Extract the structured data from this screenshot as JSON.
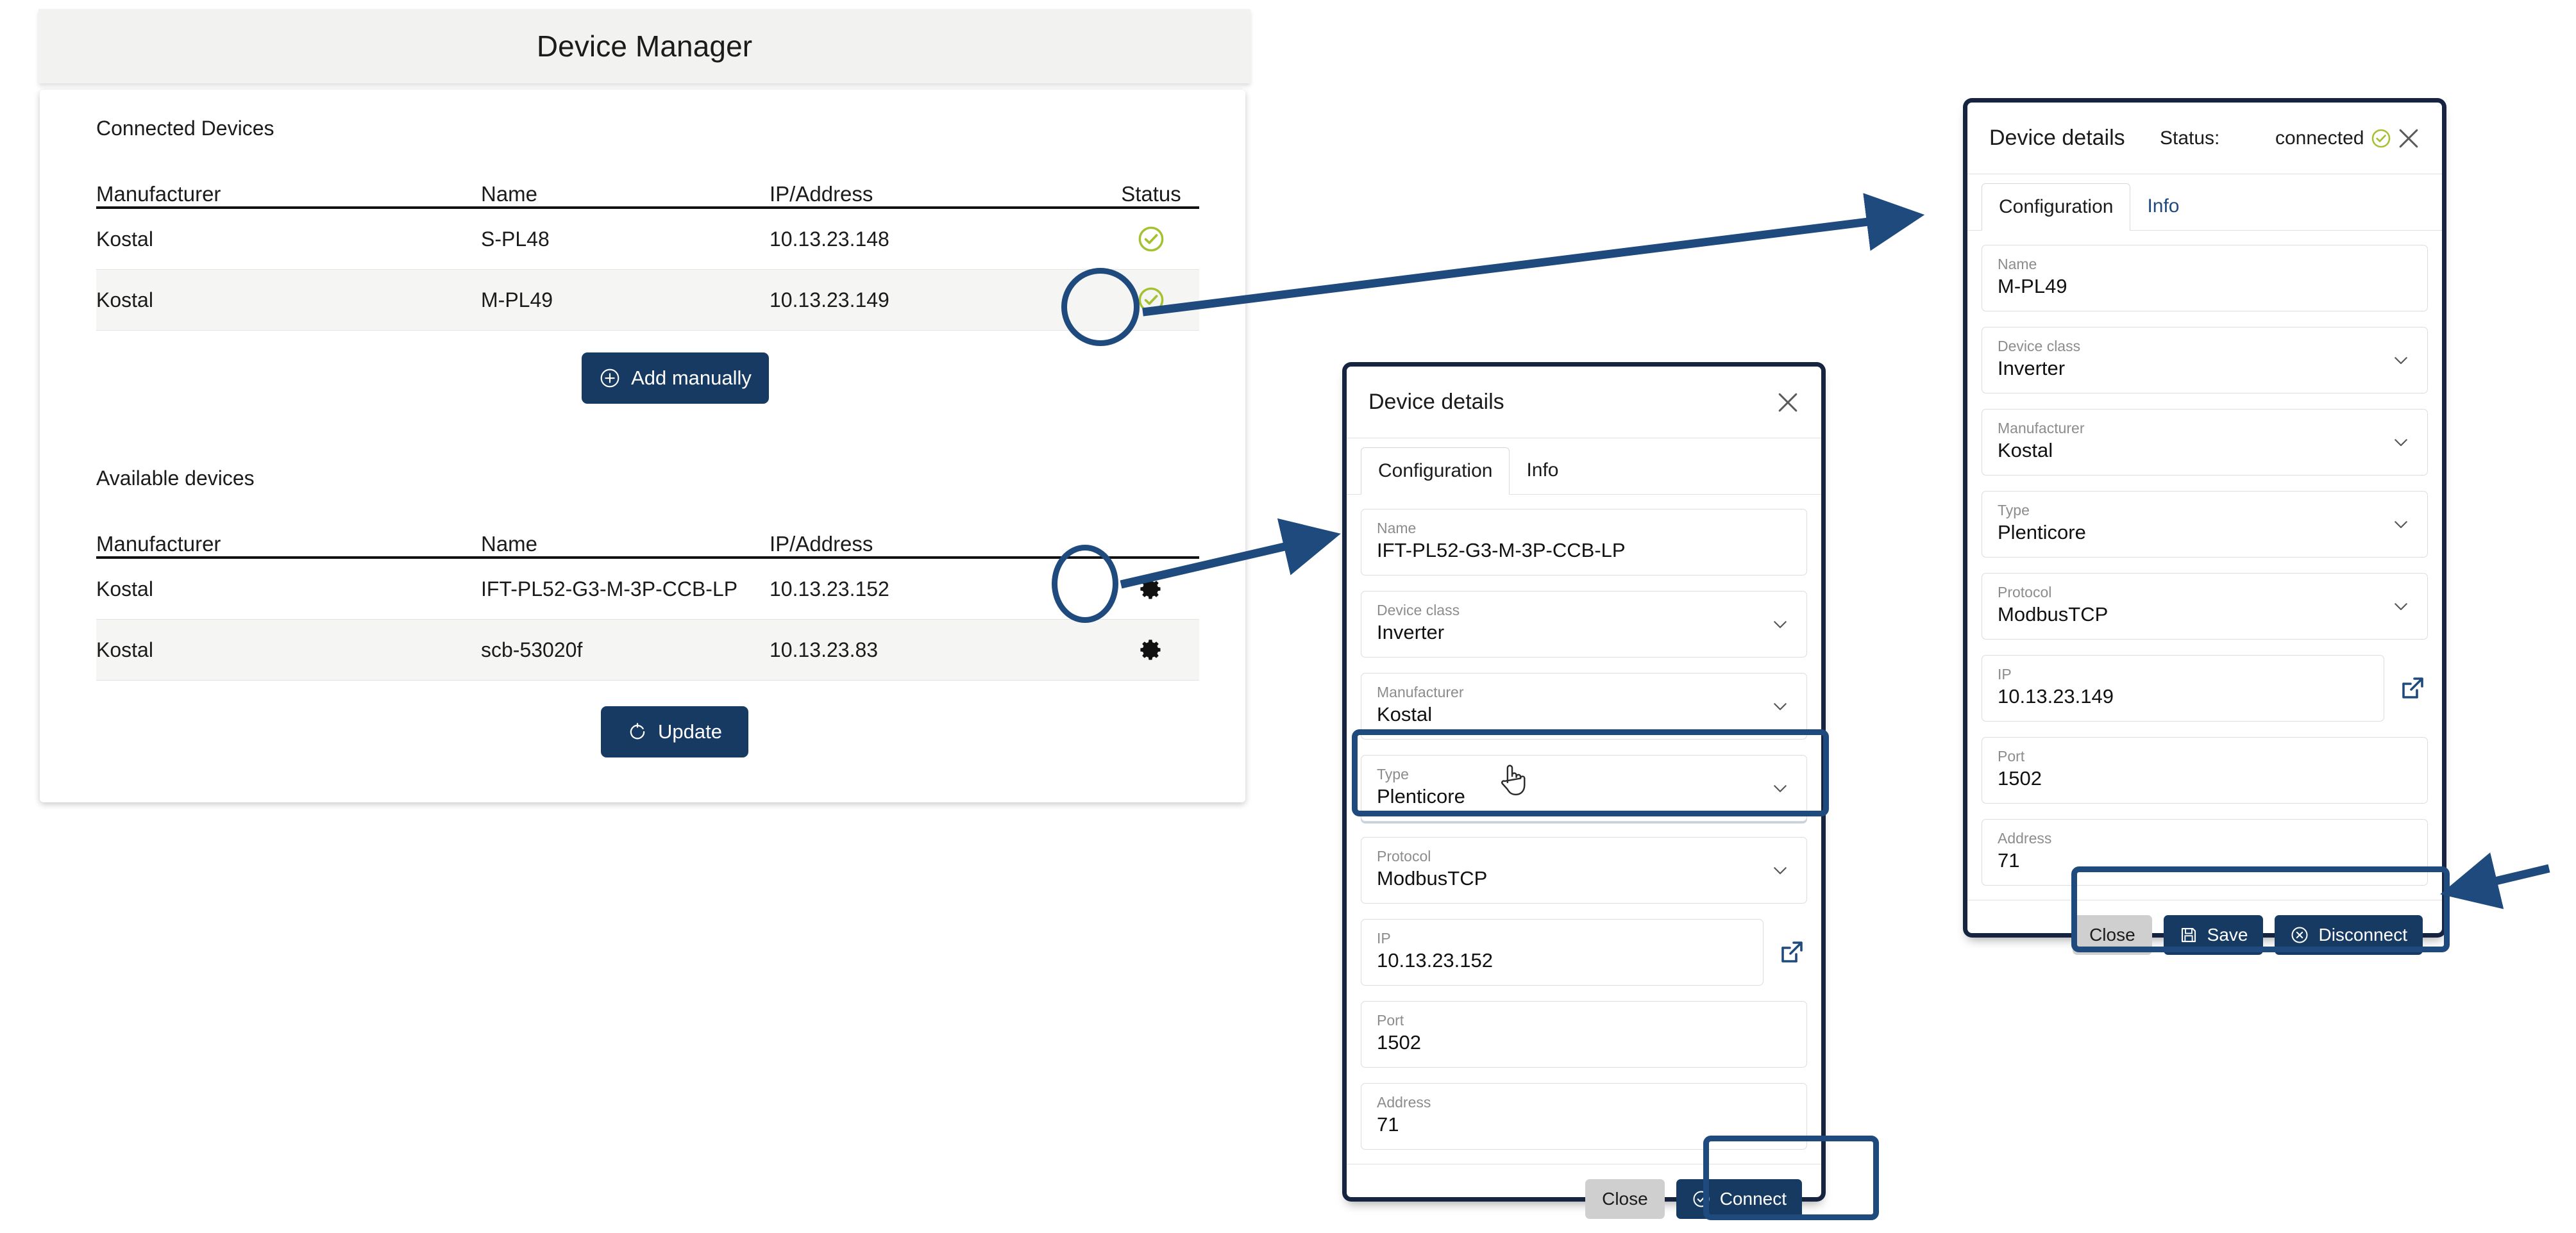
{
  "window": {
    "title": "Device Manager"
  },
  "connected": {
    "section_label": "Connected Devices",
    "columns": [
      "Manufacturer",
      "Name",
      "IP/Address",
      "Status"
    ],
    "rows": [
      {
        "manufacturer": "Kostal",
        "name": "S-PL48",
        "ip": "10.13.23.148",
        "status": "connected"
      },
      {
        "manufacturer": "Kostal",
        "name": "M-PL49",
        "ip": "10.13.23.149",
        "status": "connected"
      }
    ],
    "add_button": "Add manually",
    "add_icon": "plus-circle-icon"
  },
  "available": {
    "section_label": "Available devices",
    "columns": [
      "Manufacturer",
      "Name",
      "IP/Address"
    ],
    "rows": [
      {
        "manufacturer": "Kostal",
        "name": "IFT-PL52-G3-M-3P-CCB-LP",
        "ip": "10.13.23.152",
        "action": "gear-icon"
      },
      {
        "manufacturer": "Kostal",
        "name": "scb-53020f",
        "ip": "10.13.23.83",
        "action": "gear-icon"
      }
    ],
    "update_button": "Update",
    "update_icon": "refresh-icon"
  },
  "dialog_available": {
    "title": "Device details",
    "close_icon": "close-icon",
    "tabs": [
      {
        "label": "Configuration",
        "active": true
      },
      {
        "label": "Info",
        "active": false
      }
    ],
    "fields": [
      {
        "label": "Name",
        "value": "IFT-PL52-G3-M-3P-CCB-LP",
        "control": "text"
      },
      {
        "label": "Device class",
        "value": "Inverter",
        "control": "select"
      },
      {
        "label": "Manufacturer",
        "value": "Kostal",
        "control": "select"
      },
      {
        "label": "Type",
        "value": "Plenticore",
        "control": "select"
      },
      {
        "label": "Protocol",
        "value": "ModbusTCP",
        "control": "select"
      },
      {
        "label": "IP",
        "value": "10.13.23.152",
        "control": "text-link"
      },
      {
        "label": "Port",
        "value": "1502",
        "control": "text"
      },
      {
        "label": "Address",
        "value": "71",
        "control": "text"
      }
    ],
    "buttons": [
      {
        "label": "Close",
        "style": "grey",
        "icon": null
      },
      {
        "label": "Connect",
        "style": "navy",
        "icon": "check-circle-icon"
      }
    ]
  },
  "dialog_connected": {
    "title": "Device details",
    "status_label": "Status:",
    "status_value": "connected",
    "status_icon": "check-circle-green-icon",
    "close_icon": "close-icon",
    "tabs": [
      {
        "label": "Configuration",
        "active": true
      },
      {
        "label": "Info",
        "active": false
      }
    ],
    "fields": [
      {
        "label": "Name",
        "value": "M-PL49",
        "control": "text"
      },
      {
        "label": "Device class",
        "value": "Inverter",
        "control": "select"
      },
      {
        "label": "Manufacturer",
        "value": "Kostal",
        "control": "select"
      },
      {
        "label": "Type",
        "value": "Plenticore",
        "control": "select"
      },
      {
        "label": "Protocol",
        "value": "ModbusTCP",
        "control": "select"
      },
      {
        "label": "IP",
        "value": "10.13.23.149",
        "control": "text-link"
      },
      {
        "label": "Port",
        "value": "1502",
        "control": "text"
      },
      {
        "label": "Address",
        "value": "71",
        "control": "text"
      }
    ],
    "buttons": [
      {
        "label": "Close",
        "style": "grey",
        "icon": null
      },
      {
        "label": "Save",
        "style": "navy",
        "icon": "floppy-disk-icon"
      },
      {
        "label": "Disconnect",
        "style": "navy",
        "icon": "x-circle-icon"
      }
    ]
  },
  "colors": {
    "navy": "#173a63",
    "annotation": "#1f4a7d",
    "status_green": "#a4c131",
    "header_bg": "#f2f2f0",
    "row_alt": "#f5f5f3",
    "grey_button": "#cfcfcf"
  }
}
